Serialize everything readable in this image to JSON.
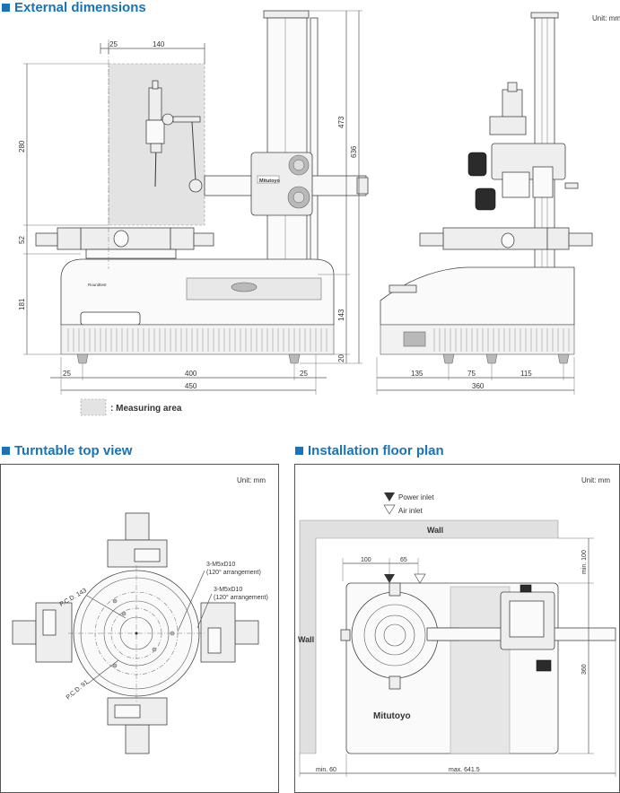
{
  "sections": {
    "external": {
      "title": "External dimensions"
    },
    "turntable": {
      "title": "Turntable top view"
    },
    "floor": {
      "title": "Installation floor plan"
    }
  },
  "units": {
    "label": "Unit: mm"
  },
  "legend": {
    "label": ": Measuring area",
    "swatch_color": "#e3e3e3"
  },
  "brand": {
    "logo_text": "Mitutoyo"
  },
  "colors": {
    "accent": "#1a73b8",
    "measuring_area": "#e3e3e3",
    "wall": "#e0e0e0"
  },
  "external_dims": {
    "front": {
      "top_25": "25",
      "top_140": "140",
      "left_280": "280",
      "left_52": "52",
      "left_181": "181",
      "right_473": "473",
      "right_636": "636",
      "right_143": "143",
      "right_20": "20",
      "bottom_25a": "25",
      "bottom_400": "400",
      "bottom_25b": "25",
      "bottom_450": "450"
    },
    "side": {
      "b_135": "135",
      "b_75": "75",
      "b_115": "115",
      "b_360": "360"
    }
  },
  "turntable": {
    "pcd_143": "P.C.D. 143",
    "pcd_91": "P.C.D. 91",
    "hole1_line1": "3-M5xD10",
    "hole1_line2": "(120° arrangement)",
    "hole2_line1": "3-M5xD10",
    "hole2_line2": "(120° arrangement)"
  },
  "floor_plan": {
    "power_inlet": "Power inlet",
    "air_inlet": "Air inlet",
    "wall_top": "Wall",
    "wall_left": "Wall",
    "dim_100": "100",
    "dim_65": "65",
    "dim_min100": "min. 100",
    "dim_360": "360",
    "dim_min60": "min. 60",
    "dim_max641": "max. 641.5"
  }
}
